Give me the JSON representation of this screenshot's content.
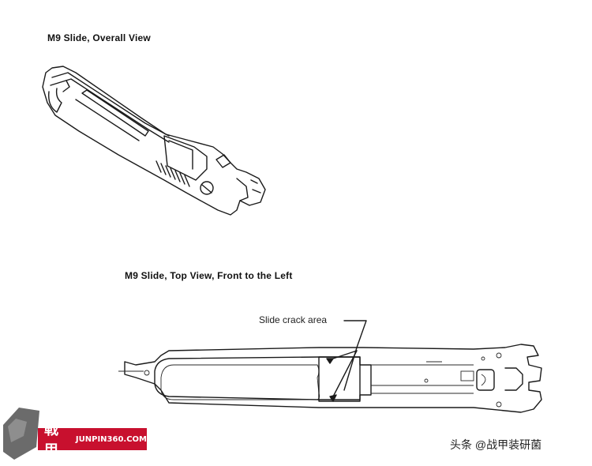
{
  "captions": {
    "overall": "M9 Slide, Overall View",
    "top": "M9 Slide, Top View, Front to the Left"
  },
  "labels": {
    "crack_area": "Slide crack area"
  },
  "watermark": {
    "logo_cn": "戦甲",
    "logo_url": "JUNPIN360.COM",
    "attribution": "头条 @战甲装研菌",
    "colors": {
      "red": "#c8102e",
      "stone": "#6b6b6b"
    }
  }
}
